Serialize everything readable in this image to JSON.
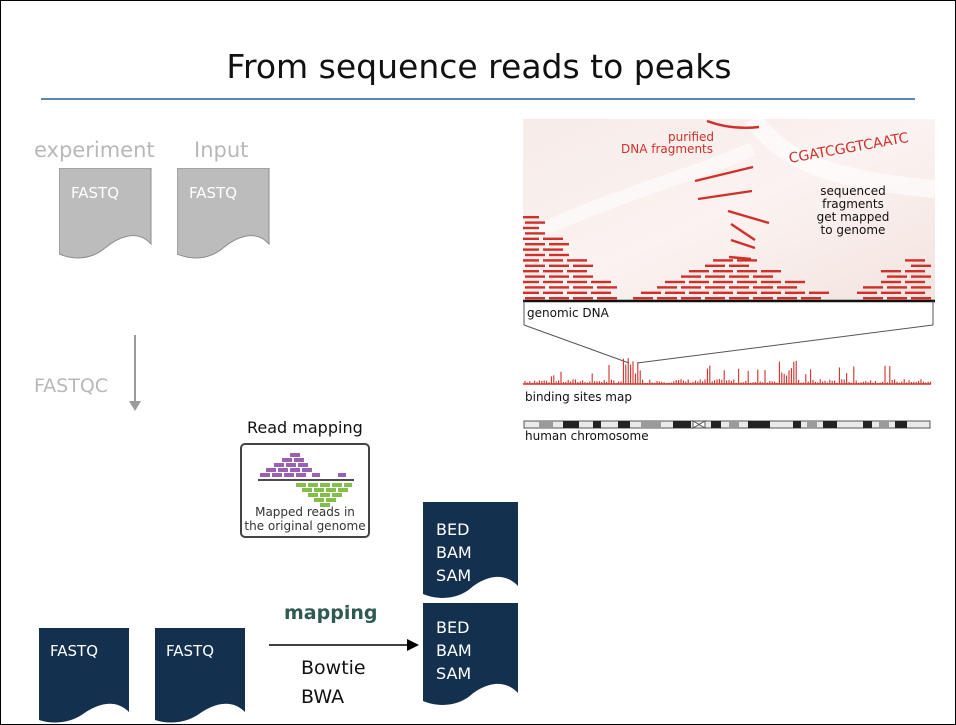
{
  "slide": {
    "title": "From sequence reads to peaks"
  },
  "raw_inputs": {
    "experiment_label": "experiment",
    "input_label": "Input",
    "file1": "FASTQ",
    "file2": "FASTQ"
  },
  "qc": {
    "tool_label": "FASTQC"
  },
  "read_mapping_thumb": {
    "title": "Read mapping",
    "caption_line1": "Mapped reads in",
    "caption_line2": "the original genome"
  },
  "mapping_step": {
    "label": "mapping",
    "tool1": "Bowtie",
    "tool2": "BWA",
    "input_file1": "FASTQ",
    "input_file2": "FASTQ",
    "output_top": "BED\nBAM\nSAM",
    "output_bottom": "BED\nBAM\nSAM"
  },
  "figure": {
    "purified_line1": "purified",
    "purified_line2": "DNA fragments",
    "sequence_text": "CGATCGGTCAATC",
    "mapped_line1": "sequenced",
    "mapped_line2": "fragments",
    "mapped_line3": "get mapped",
    "mapped_line4": "to genome",
    "genomic_dna": "genomic DNA",
    "binding_map": "binding sites map",
    "chromosome": "human chromosome"
  },
  "colors": {
    "doc_gray": "#bcbcbc",
    "doc_navy": "#14304f",
    "read_red": "#d0302a",
    "title_rule": "#5b86b5"
  }
}
